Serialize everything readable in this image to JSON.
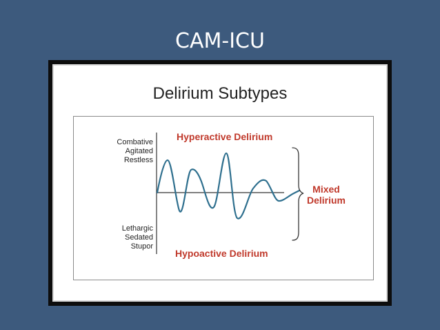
{
  "slide": {
    "title": "CAM-ICU"
  },
  "diagram": {
    "title": "Delirium Subtypes",
    "top_labels": [
      "Combative",
      "Agitated",
      "Restless"
    ],
    "bottom_labels": [
      "Lethargic",
      "Sedated",
      "Stupor"
    ],
    "hyperactive_label": "Hyperactive Delirium",
    "hypoactive_label": "Hypoactive Delirium",
    "mixed_label_line1": "Mixed",
    "mixed_label_line2": "Delirium",
    "colors": {
      "background": "#3d5a7d",
      "accent_red": "#c0392b",
      "wave": "#2e6f8e"
    }
  }
}
